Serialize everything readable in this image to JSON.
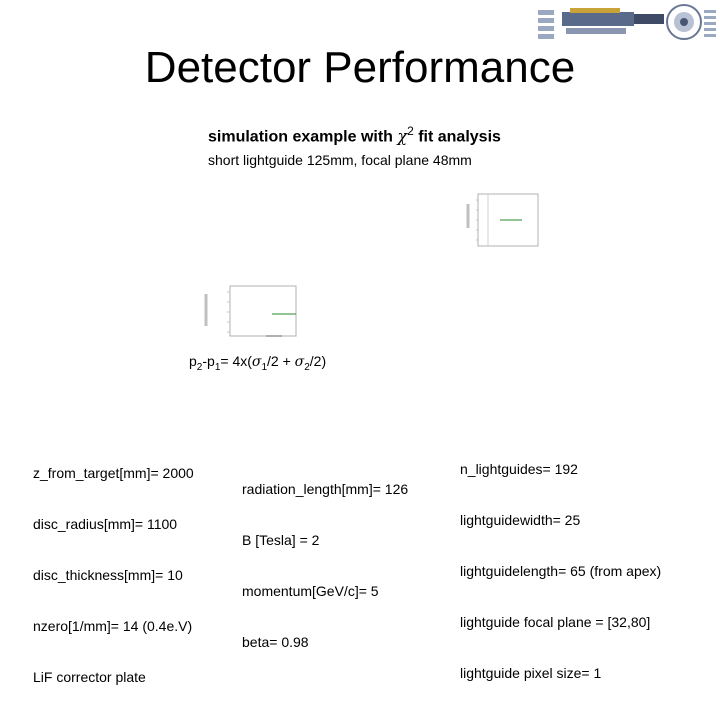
{
  "title": "Detector Performance",
  "subtitle": {
    "prefix": "simulation example with ",
    "chi": "χ",
    "exponent": "2",
    "suffix": " fit analysis"
  },
  "config_line": "short lightguide 125mm, focal plane 48mm",
  "formula": {
    "p2": "p",
    "p2_sub": "2",
    "minus": "-p",
    "p1_sub": "1",
    "eq": "= 4x(",
    "s1": "σ",
    "s1_sub": "1",
    "mid": "/2 + ",
    "s2": "σ",
    "s2_sub": "2",
    "end": "/2)"
  },
  "params_left": [
    "z_from_target[mm]= 2000",
    "disc_radius[mm]= 1100",
    "disc_thickness[mm]= 10",
    "nzero[1/mm]= 14 (0.4e.V)",
    "LiF corrector plate"
  ],
  "params_middle": [
    "radiation_length[mm]= 126",
    "B [Tesla] = 2",
    "momentum[GeV/c]= 5",
    "beta= 0.98"
  ],
  "params_right": [
    "n_lightguides= 192",
    "lightguidewidth= 25",
    "lightguidelength= 65 (from apex)",
    "lightguide focal plane = [32,80]",
    "lightguide pixel size= 1"
  ],
  "colors": {
    "plot_line": "#2a8a2a",
    "logo_body": "#5a6a8a"
  },
  "icons": [
    "detector-logo-icon"
  ]
}
